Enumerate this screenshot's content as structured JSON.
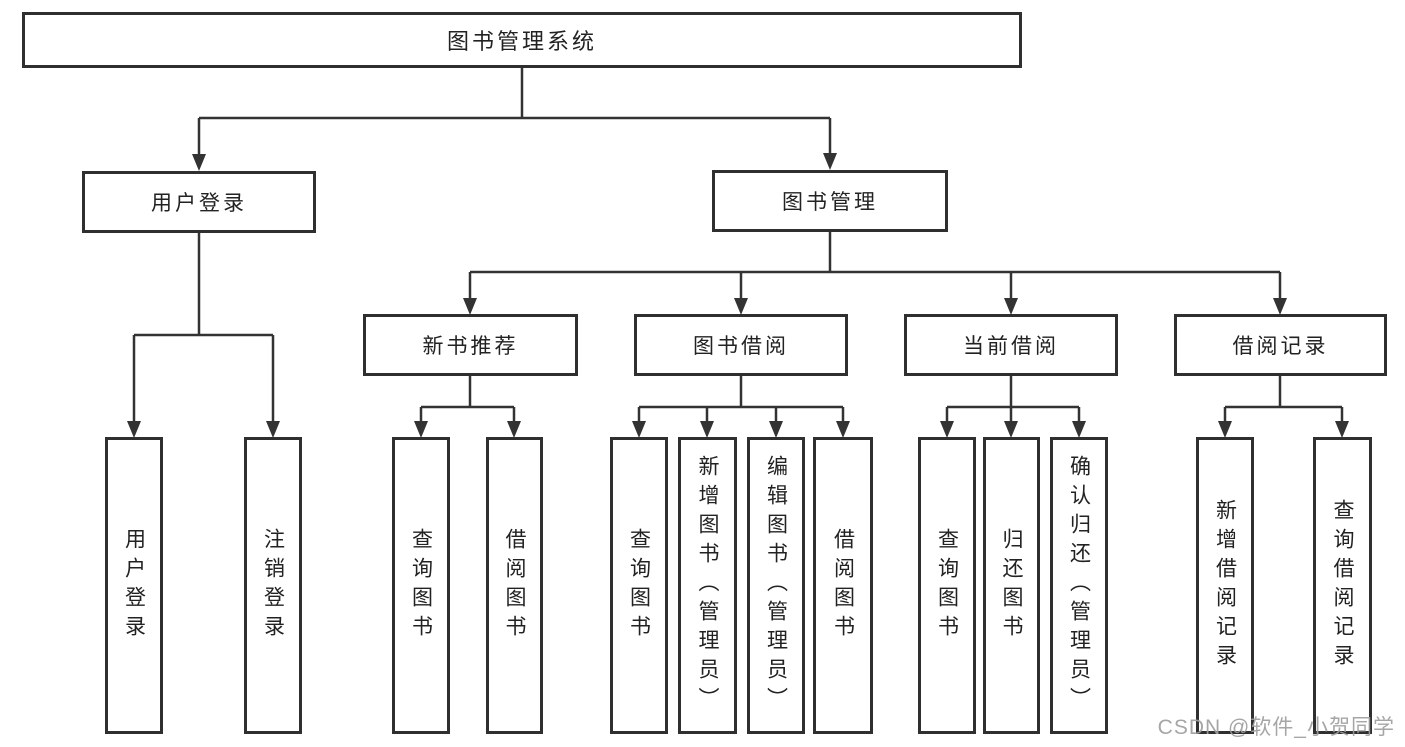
{
  "diagram_type": "hierarchy-tree",
  "colors": {
    "line": "#333333",
    "box_border": "#2f2f2f",
    "text": "#222222",
    "watermark": "#9e9e9e",
    "background": "#ffffff"
  },
  "watermark": "CSDN @软件_小贺同学",
  "nodes": {
    "root": {
      "label": "图书管理系统"
    },
    "user_login": {
      "label": "用户登录"
    },
    "book_mgmt": {
      "label": "图书管理"
    },
    "new_book_rec": {
      "label": "新书推荐"
    },
    "book_borrow": {
      "label": "图书借阅"
    },
    "current_borrow": {
      "label": "当前借阅"
    },
    "borrow_records": {
      "label": "借阅记录"
    },
    "leaf_user_login": {
      "label": "用户登录"
    },
    "leaf_logout": {
      "label": "注销登录"
    },
    "leaf_query_book_newrec": {
      "label": "查询图书"
    },
    "leaf_borrow_book_newrec": {
      "label": "借阅图书"
    },
    "leaf_query_book_borrow": {
      "label": "查询图书"
    },
    "leaf_add_book": {
      "label": "新增图书（管理员）"
    },
    "leaf_edit_book": {
      "label": "编辑图书（管理员）"
    },
    "leaf_borrow_book_borrow": {
      "label": "借阅图书"
    },
    "leaf_query_book_current": {
      "label": "查询图书"
    },
    "leaf_return_book": {
      "label": "归还图书"
    },
    "leaf_confirm_return": {
      "label": "确认归还（管理员）"
    },
    "leaf_add_borrow_record": {
      "label": "新增借阅记录"
    },
    "leaf_query_borrow_record": {
      "label": "查询借阅记录"
    }
  },
  "hierarchy": {
    "图书管理系统": {
      "用户登录": [
        "用户登录",
        "注销登录"
      ],
      "图书管理": {
        "新书推荐": [
          "查询图书",
          "借阅图书"
        ],
        "图书借阅": [
          "查询图书",
          "新增图书（管理员）",
          "编辑图书（管理员）",
          "借阅图书"
        ],
        "当前借阅": [
          "查询图书",
          "归还图书",
          "确认归还（管理员）"
        ],
        "借阅记录": [
          "新增借阅记录",
          "查询借阅记录"
        ]
      }
    }
  }
}
